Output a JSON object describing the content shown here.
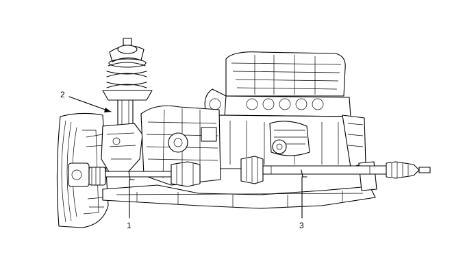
{
  "callouts": [
    {
      "label": "2"
    },
    {
      "label": "1"
    },
    {
      "label": "3"
    }
  ]
}
